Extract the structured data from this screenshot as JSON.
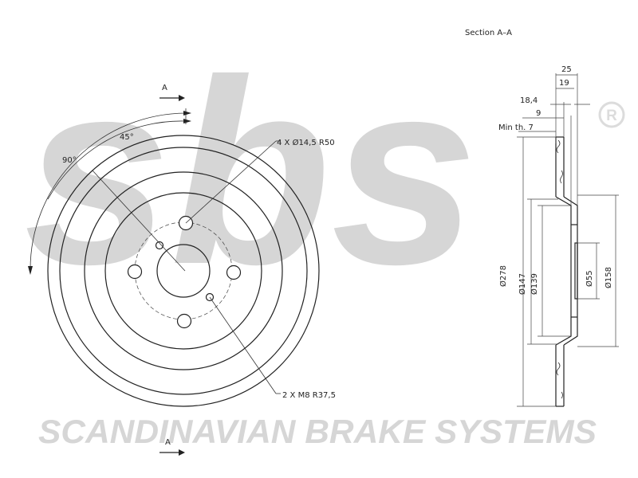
{
  "drawing": {
    "section_title": "Section A–A",
    "section_marker_top": "A",
    "section_marker_bottom": "A",
    "bolt_hole_callout": "4 X Ø14,5    R50",
    "thread_hole_callout": "2 X M8    R37,5",
    "angle_45": "45°",
    "angle_90": "90°",
    "min_thickness": "Min th. 7",
    "dim_25": "25",
    "dim_19": "19",
    "dim_18_4": "18,4",
    "dim_9": "9",
    "dia_278": "Ø278",
    "dia_147": "Ø147",
    "dia_139": "Ø139",
    "dia_55": "Ø55",
    "dia_158": "Ø158"
  },
  "brand": {
    "logo_letters": "sbs",
    "registered": "R",
    "slogan": "SCANDINAVIAN BRAKE SYSTEMS"
  },
  "colors": {
    "line": "#222222",
    "watermark": "#e3e3e3",
    "background": "#ffffff"
  }
}
